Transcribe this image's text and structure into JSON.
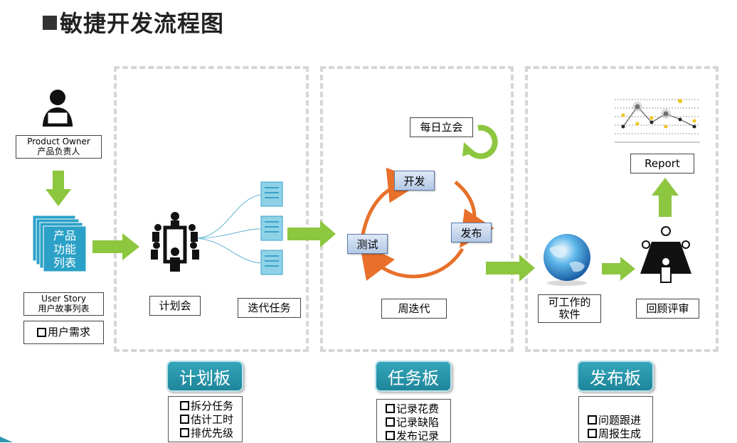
{
  "title": "敏捷开发流程图",
  "nodes": {
    "product_owner_en": "Product Owner",
    "product_owner_cn": "产品负责人",
    "product_backlog": [
      "产品",
      "功能",
      "列表"
    ],
    "user_story_en": "User Story",
    "user_story_cn": "用户故事列表",
    "user_needs": "用户需求",
    "planning_meeting": "计划会",
    "iteration_tasks": "迭代任务",
    "daily_standup": "每日立会",
    "develop": "开发",
    "release": "发布",
    "test": "测试",
    "weekly_iteration": "周迭代",
    "working_software": [
      "可工作的",
      "软件"
    ],
    "report": "Report",
    "review": "回顾评审"
  },
  "boards": [
    {
      "name": "计划板",
      "items": [
        "拆分任务",
        "估计工时",
        "排优先级"
      ]
    },
    {
      "name": "任务板",
      "items": [
        "记录花费",
        "记录缺陷",
        "发布记录"
      ]
    },
    {
      "name": "发布板",
      "items": [
        "问题跟进",
        "周报生成"
      ]
    }
  ],
  "colors": {
    "arrow_green": "#8dc63f",
    "cycle_orange": "#e8702a",
    "board_teal": "#2a97ad",
    "panel_dash": "#d6d6d6"
  }
}
